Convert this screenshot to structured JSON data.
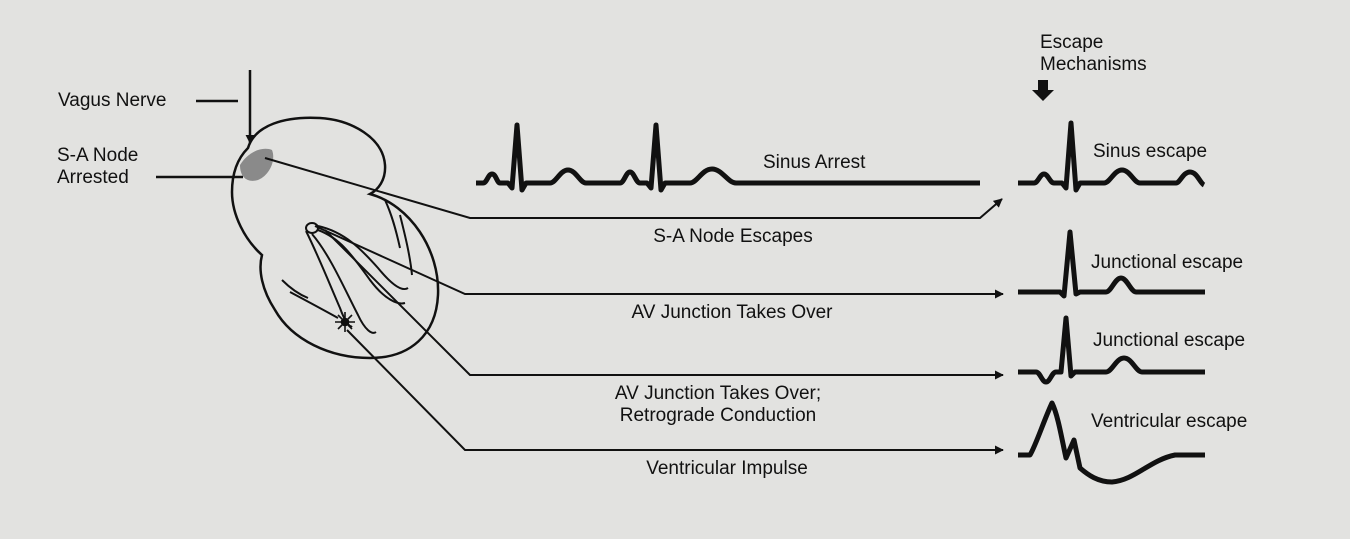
{
  "labels": {
    "vagus_nerve": "Vagus Nerve",
    "sa_node_arrested_line1": "S-A Node",
    "sa_node_arrested_line2": "Arrested",
    "escape_mechanisms_line1": "Escape",
    "escape_mechanisms_line2": "Mechanisms",
    "sinus_arrest": "Sinus Arrest",
    "sa_node_escapes": "S-A Node Escapes",
    "av_junction_takes_over": "AV Junction Takes Over",
    "av_junction_retrograde_line1": "AV Junction Takes Over;",
    "av_junction_retrograde_line2": "Retrograde Conduction",
    "ventricular_impulse": "Ventricular Impulse"
  },
  "escapes": [
    {
      "label": "Sinus escape"
    },
    {
      "label": "Junctional escape"
    },
    {
      "label": "Junctional escape"
    },
    {
      "label": "Ventricular escape"
    }
  ],
  "colors": {
    "background": "#e2e2e0",
    "ink": "#111111",
    "sa_node_shading": "#8a8a8a"
  }
}
